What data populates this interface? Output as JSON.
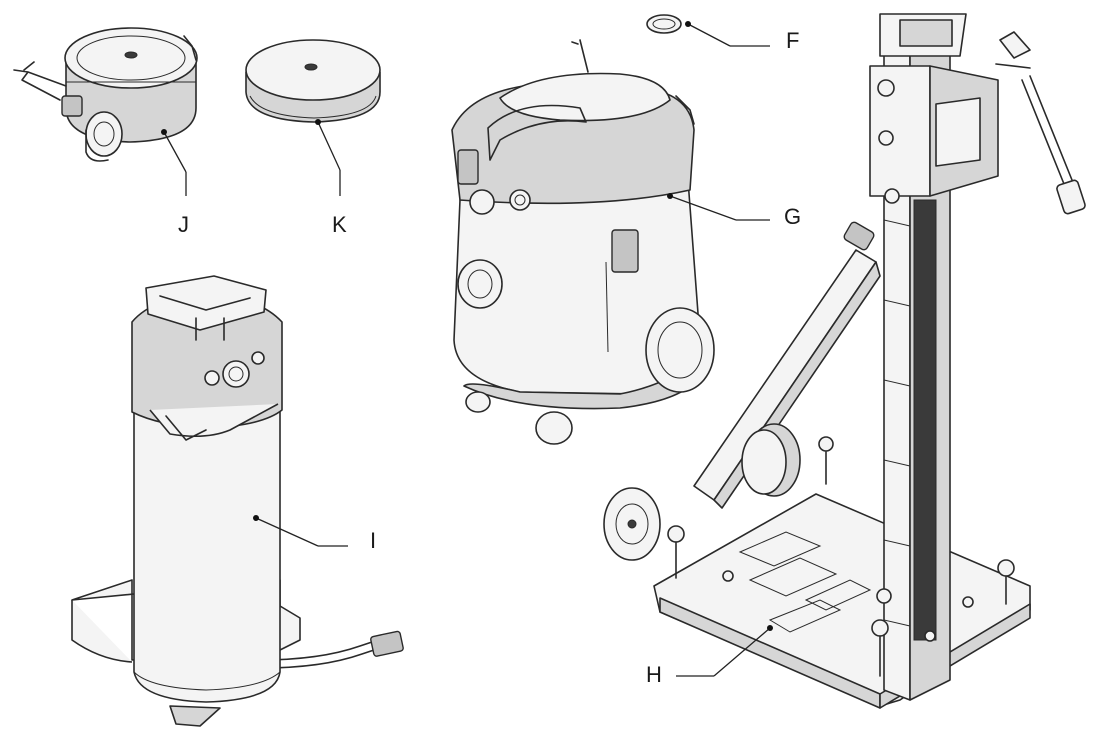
{
  "labels": {
    "F": "F",
    "G": "G",
    "H": "H",
    "I": "I",
    "J": "J",
    "K": "K"
  },
  "parts": [
    {
      "id": "F",
      "icon": "ring-seal-icon"
    },
    {
      "id": "G",
      "icon": "wet-vacuum-icon"
    },
    {
      "id": "H",
      "icon": "drill-stand-icon"
    },
    {
      "id": "I",
      "icon": "water-tank-icon"
    },
    {
      "id": "J",
      "icon": "vacuum-base-plate-icon"
    },
    {
      "id": "K",
      "icon": "seal-disc-icon"
    }
  ]
}
